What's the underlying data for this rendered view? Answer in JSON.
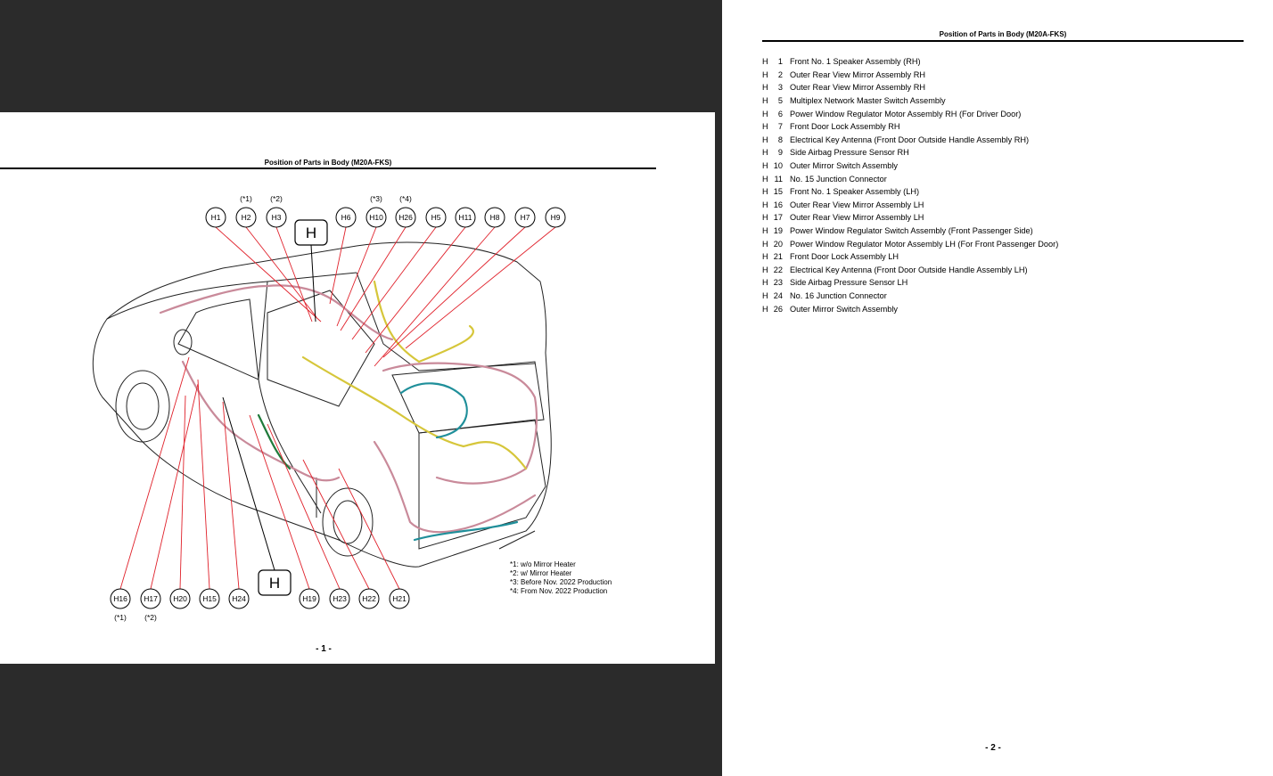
{
  "page1": {
    "title": "Position of Parts in Body (M20A-FKS)",
    "page_number": "- 1 -",
    "top_callouts": [
      {
        "id": "H1",
        "note": ""
      },
      {
        "id": "H2",
        "note": "(*1)"
      },
      {
        "id": "H3",
        "note": "(*2)"
      },
      {
        "id": "H6",
        "note": ""
      },
      {
        "id": "H10",
        "note": "(*3)"
      },
      {
        "id": "H26",
        "note": "(*4)"
      },
      {
        "id": "H5",
        "note": ""
      },
      {
        "id": "H11",
        "note": ""
      },
      {
        "id": "H8",
        "note": ""
      },
      {
        "id": "H7",
        "note": ""
      },
      {
        "id": "H9",
        "note": ""
      }
    ],
    "bottom_callouts": [
      {
        "id": "H16",
        "note": "(*1)"
      },
      {
        "id": "H17",
        "note": "(*2)"
      },
      {
        "id": "H20",
        "note": ""
      },
      {
        "id": "H15",
        "note": ""
      },
      {
        "id": "H24",
        "note": ""
      },
      {
        "id": "H19",
        "note": ""
      },
      {
        "id": "H23",
        "note": ""
      },
      {
        "id": "H22",
        "note": ""
      },
      {
        "id": "H21",
        "note": ""
      }
    ],
    "connector_label": "H",
    "notes": [
      "*1: w/o Mirror Heater",
      "*2: w/ Mirror Heater",
      "*3: Before Nov. 2022 Production",
      "*4: From Nov. 2022 Production"
    ]
  },
  "page2": {
    "title": "Position of Parts in Body (M20A-FKS)",
    "page_number": "- 2 -",
    "parts": [
      {
        "prefix": "H",
        "num": "1",
        "name": "Front No. 1 Speaker Assembly (RH)"
      },
      {
        "prefix": "H",
        "num": "2",
        "name": "Outer Rear View Mirror Assembly RH"
      },
      {
        "prefix": "H",
        "num": "3",
        "name": "Outer Rear View Mirror Assembly RH"
      },
      {
        "prefix": "H",
        "num": "5",
        "name": "Multiplex Network Master Switch Assembly"
      },
      {
        "prefix": "H",
        "num": "6",
        "name": "Power Window Regulator Motor Assembly RH (For Driver Door)"
      },
      {
        "prefix": "H",
        "num": "7",
        "name": "Front Door Lock Assembly RH"
      },
      {
        "prefix": "H",
        "num": "8",
        "name": "Electrical Key Antenna (Front Door Outside Handle Assembly RH)"
      },
      {
        "prefix": "H",
        "num": "9",
        "name": "Side Airbag Pressure Sensor RH"
      },
      {
        "prefix": "H",
        "num": "10",
        "name": "Outer Mirror Switch Assembly"
      },
      {
        "prefix": "H",
        "num": "11",
        "name": "No. 15 Junction Connector"
      },
      {
        "prefix": "H",
        "num": "15",
        "name": "Front No. 1 Speaker Assembly (LH)"
      },
      {
        "prefix": "H",
        "num": "16",
        "name": "Outer Rear View Mirror Assembly LH"
      },
      {
        "prefix": "H",
        "num": "17",
        "name": "Outer Rear View Mirror Assembly LH"
      },
      {
        "prefix": "H",
        "num": "19",
        "name": "Power Window Regulator Switch Assembly (Front Passenger Side)"
      },
      {
        "prefix": "H",
        "num": "20",
        "name": "Power Window Regulator Motor Assembly LH (For Front Passenger Door)"
      },
      {
        "prefix": "H",
        "num": "21",
        "name": "Front Door Lock Assembly LH"
      },
      {
        "prefix": "H",
        "num": "22",
        "name": "Electrical Key Antenna (Front Door Outside Handle Assembly LH)"
      },
      {
        "prefix": "H",
        "num": "23",
        "name": "Side Airbag Pressure Sensor LH"
      },
      {
        "prefix": "H",
        "num": "24",
        "name": "No. 16 Junction Connector"
      },
      {
        "prefix": "H",
        "num": "26",
        "name": "Outer Mirror Switch Assembly"
      }
    ]
  },
  "colors": {
    "leader_line": "#e0202a",
    "harness_pink": "#c98a9a",
    "harness_yellow": "#d6c63a",
    "harness_teal": "#1f8f9a",
    "harness_green": "#1f7a3a",
    "background": "#2b2b2b"
  }
}
